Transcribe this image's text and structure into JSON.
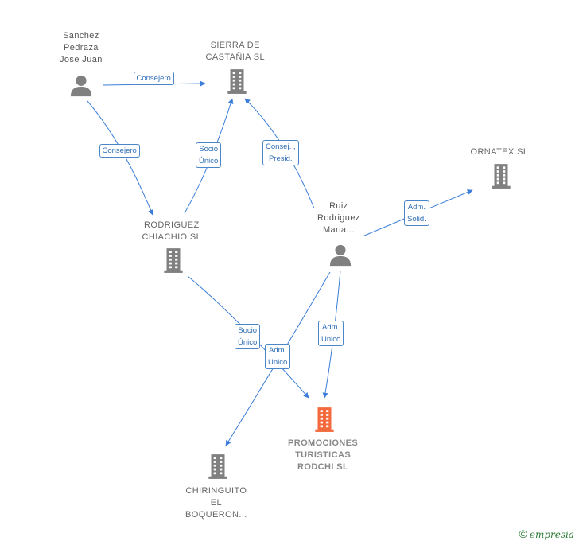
{
  "nodes": [
    {
      "id": "sanchez",
      "kind": "person",
      "lines": [
        "Sanchez",
        "Pedraza",
        "Jose Juan"
      ]
    },
    {
      "id": "sierra",
      "kind": "company",
      "lines": [
        "SIERRA DE",
        "CASTAÑIA  SL"
      ]
    },
    {
      "id": "ornatex",
      "kind": "company",
      "lines": [
        "ORNATEX SL"
      ]
    },
    {
      "id": "rodriguez",
      "kind": "company",
      "lines": [
        "RODRIGUEZ",
        "CHIACHIO SL"
      ]
    },
    {
      "id": "ruiz",
      "kind": "person",
      "lines": [
        "Ruiz",
        "Rodriguez",
        "Maria..."
      ]
    },
    {
      "id": "promociones",
      "kind": "focus",
      "lines": [
        "PROMOCIONES",
        "TURISTICAS",
        "RODCHI  SL"
      ]
    },
    {
      "id": "chiringuito",
      "kind": "company",
      "lines": [
        "CHIRINGUITO",
        "EL",
        "BOQUERON..."
      ]
    }
  ],
  "edges": [
    {
      "id": "e1",
      "from": "sanchez",
      "to": "sierra",
      "label": [
        "Consejero"
      ]
    },
    {
      "id": "e2",
      "from": "sanchez",
      "to": "rodriguez",
      "label": [
        "Consejero"
      ]
    },
    {
      "id": "e3",
      "from": "rodriguez",
      "to": "sierra",
      "label": [
        "Socio",
        "Único"
      ]
    },
    {
      "id": "e4",
      "from": "ruiz",
      "to": "sierra",
      "label": [
        "Consej. ,",
        "Presid."
      ]
    },
    {
      "id": "e5",
      "from": "ruiz",
      "to": "ornatex",
      "label": [
        "Adm.",
        "Solid."
      ]
    },
    {
      "id": "e6",
      "from": "rodriguez",
      "to": "promociones",
      "label": [
        "Socio",
        "Único"
      ]
    },
    {
      "id": "e7",
      "from": "ruiz",
      "to": "chiringuito",
      "label": [
        "Adm.",
        "Unico"
      ]
    },
    {
      "id": "e8",
      "from": "ruiz",
      "to": "promociones",
      "label": [
        "Adm.",
        "Unico"
      ]
    }
  ],
  "colors": {
    "edge": "#3b7dd8",
    "company_icon": "#808080",
    "person_icon": "#808080",
    "focus_icon": "#f26a3d"
  },
  "icons": {
    "person": "person-icon",
    "company": "building-icon"
  },
  "footer": {
    "symbol": "©",
    "brand": "empresia"
  }
}
